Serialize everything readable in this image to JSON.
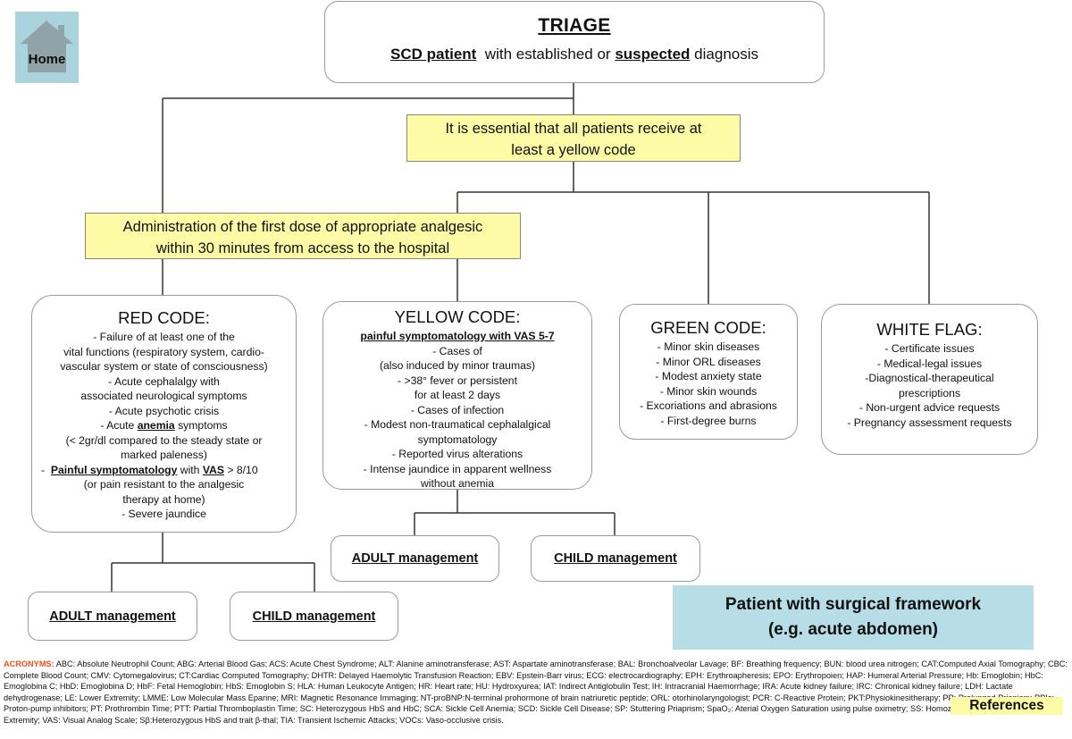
{
  "home_label": "Home",
  "triage": {
    "title": "TRIAGE",
    "scd_patient": "SCD patient",
    "with_established": "with established or",
    "suspected": "suspected",
    "diagnosis": "diagnosis"
  },
  "essential_note": {
    "line1": "It is essential that all patients receive at",
    "line2": "least a yellow code"
  },
  "analgesic_note": {
    "line1": "Administration of the first dose of appropriate analgesic",
    "line2": "within 30 minutes from access to the hospital"
  },
  "red_code": {
    "title": "RED CODE:",
    "l1": "- Failure of at least one of the",
    "l2": "vital functions (respiratory system, cardio-",
    "l3": "vascular system or state of consciousness)",
    "l4": "- Acute cephalalgy with",
    "l5": "associated neurological symptoms",
    "l6": "- Acute psychotic crisis",
    "l7a": "- Acute ",
    "l7b": "anemia",
    "l7c": " symptoms",
    "l8": "(< 2gr/dl compared to the steady state or",
    "l9": "marked paleness)",
    "l10a": "-  ",
    "l10b": "Painful symptomatology",
    "l10c": " with ",
    "l10d": "VAS",
    "l10e": " > 8/10",
    "l11": "(or pain resistant to the analgesic",
    "l12": "therapy at home)",
    "l13": "- Severe jaundice"
  },
  "yellow_code": {
    "title": "YELLOW CODE:",
    "l1": "painful symptomatology with VAS 5-7",
    "l2": "- Cases of",
    "l3": "(also induced by minor traumas)",
    "l4": "- >38° fever or persistent",
    "l5": "for at least 2 days",
    "l6": "- Cases of infection",
    "l7": "- Modest non-traumatical cephalalgical",
    "l8": "symptomatology",
    "l9": "- Reported virus alterations",
    "l10": "- Intense jaundice in apparent wellness",
    "l11": "without anemia"
  },
  "green_code": {
    "title": "GREEN CODE:",
    "items": [
      "- Minor skin diseases",
      "- Minor ORL diseases",
      "- Modest anxiety state",
      "- Minor skin wounds",
      "- Excoriations and abrasions",
      "- First-degree burns"
    ]
  },
  "white_flag": {
    "title": "WHITE FLAG:",
    "items": [
      "- Certificate issues",
      "- Medical-legal issues",
      "-Diagnostical-therapeutical",
      "prescriptions",
      "- Non-urgent advice requests",
      "- Pregnancy assessment requests"
    ]
  },
  "management": {
    "adult": "ADULT management",
    "child": "CHILD management"
  },
  "surgical": {
    "line1": "Patient with surgical framework",
    "line2": "(e.g. acute abdomen)"
  },
  "acronyms_label": "ACRONYMS:",
  "acronyms_text": " ABC: Absolute Neutrophil Count; ABG: Arterial Blood Gas; ACS: Acute Chest Syndrome; ALT: Alanine aminotransferase; AST: Aspartate aminotransferase; BAL: Bronchoalveolar Lavage; BF: Breathing frequency; BUN: blood urea nitrogen; CAT:Computed Axial Tomography; CBC: Complete Blood Count; CMV: Cytomegalovirus; CT:Cardiac Computed Tomography; DHTR: Delayed Haemolytic Transfusion Reaction; EBV: Epstein-Barr virus; ECG: electrocardiography; EPH: Erythroapheresis; EPO: Erythropoien; HAP: Humeral Arterial Pressure; Hb: Emoglobin; HbC: Emoglobina C; HbD: Emoglobina D; HbF: Fetal Hemoglobin; HbS: Emoglobin S; HLA: Human Leukocyte Antigen; HR: Heart rate; HU: Hydroxyurea; IAT: Indirect Antiglobulin Test; IH: Intracranial Haemorrhage; IRA: Acute kidney failure; IRC: Chronical kidney failure; LDH: Lactate dehydrogenase; LE: Lower Extremity; LMME: Low Molecular Mass Eparine; MRI: Magnetic Resonance Immaging; NT-proBNP:N-terminal prohormone of brain natriuretic peptide; ORL: otorhinolaryngologist; PCR: C-Reactive Protein; PKT:Physiokinesitherapy; PP: Prolunged Priapism; PPIs: Proton-pump inhibitors; PT: Prothrombin Time; PTT: Partial Thromboplastin Time; SC: Heterozygous HbS and HbC; SCA: Sickle Cell Anemia; SCD: Sickle Cell Disease; SP: Stuttering Priaprism; SpaO₂: Aterial Oxygen Saturation using pulse oximetry; SS: Homozygous form HbS; UE: Upper Extremity; VAS: Visual Analog Scale; Sβ:Heterozygous HbS and trait β-thal; TIA: Transient Ischemic Attacks; VOCs: Vaso-occlusive crisis.",
  "references": "References"
}
